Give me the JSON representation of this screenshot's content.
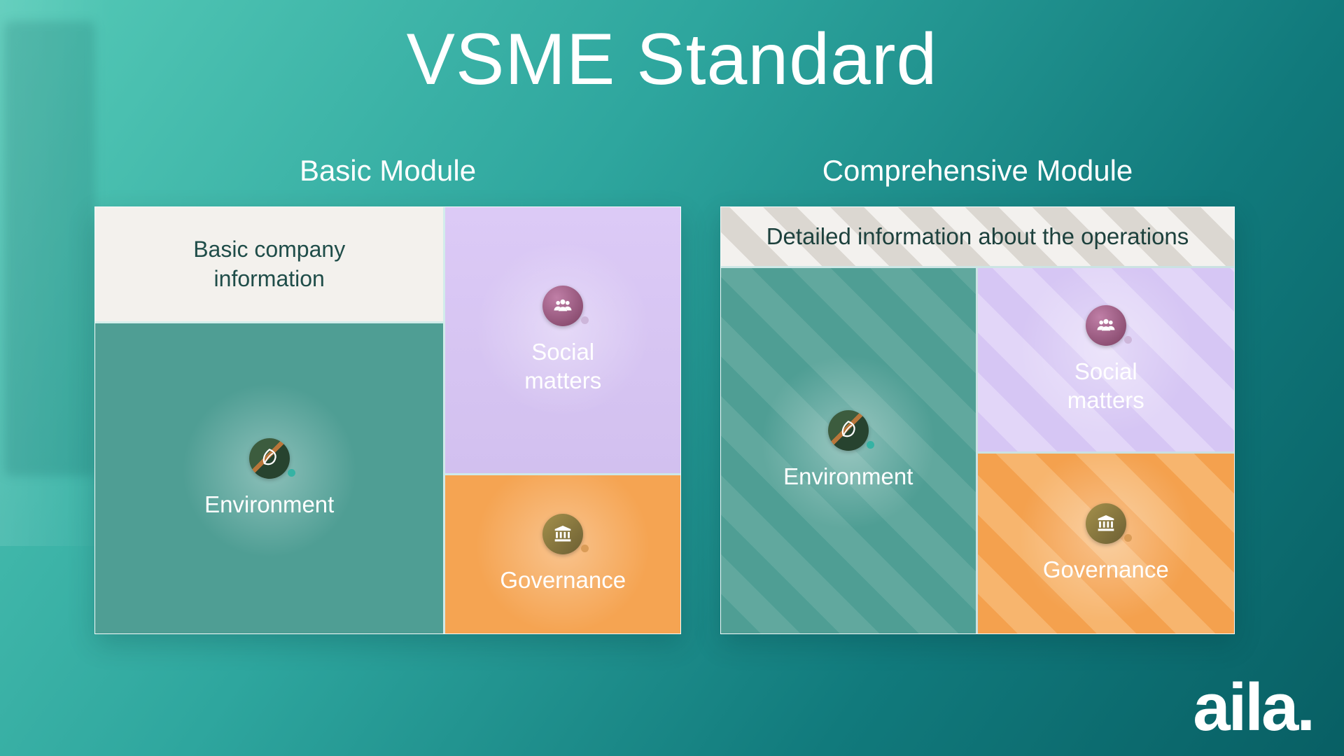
{
  "title": "VSME Standard",
  "basic_module": {
    "heading": "Basic Module",
    "info_label": "Basic company information",
    "environment_label": "Environment",
    "social_label": "Social matters",
    "governance_label": "Governance"
  },
  "comprehensive_module": {
    "heading": "Comprehensive Module",
    "info_label": "Detailed information about the operations",
    "environment_label": "Environment",
    "social_label": "Social matters",
    "governance_label": "Governance"
  },
  "logo": "aila.",
  "icons": {
    "environment": "leaf-icon",
    "social": "people-icon",
    "governance": "bank-icon"
  },
  "colors": {
    "background_start": "#55cab7",
    "background_end": "#085f64",
    "info_block": "#f3f1ed",
    "environment": "#4f9e94",
    "social": "#d6c6f4",
    "governance": "#f5a452"
  }
}
